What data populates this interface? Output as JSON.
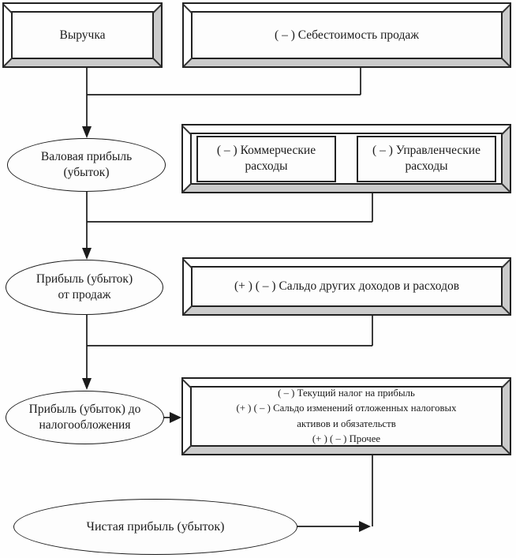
{
  "diagram": {
    "kind": "financial-results-flowchart",
    "nodes": {
      "revenue": {
        "label": "Выручка"
      },
      "cost_of_sales": {
        "label": "( – ) Себестоимость продаж"
      },
      "gross_profit": {
        "lines": [
          "Валовая прибыль",
          "(убыток)"
        ]
      },
      "commercial_expenses": {
        "lines": [
          "( – ) Коммерческие",
          "расходы"
        ]
      },
      "admin_expenses": {
        "lines": [
          "( – ) Управленческие",
          "расходы"
        ]
      },
      "sales_profit": {
        "lines": [
          "Прибыль (убыток)",
          "от продаж"
        ]
      },
      "other_income_expense": {
        "label": "(+ ) ( – ) Сальдо других доходов и расходов"
      },
      "pretax_profit": {
        "lines": [
          "Прибыль (убыток) до",
          "налогообложения"
        ]
      },
      "tax_adjustments": {
        "lines": [
          "( – ) Текущий налог на прибыль",
          "(+ ) ( – ) Сальдо изменений отложенных налоговых",
          "активов и обязательств",
          "(+ ) ( – ) Прочее"
        ]
      },
      "net_profit": {
        "label": "Чистая прибыль (убыток)"
      }
    },
    "colors": {
      "line": "#1b1b1b",
      "border": "#222222",
      "bevel_light": "#ffffff",
      "bevel_shadow": "#cbcbcb",
      "fill": "#fdfdfd",
      "text": "#1b1b1b"
    }
  }
}
